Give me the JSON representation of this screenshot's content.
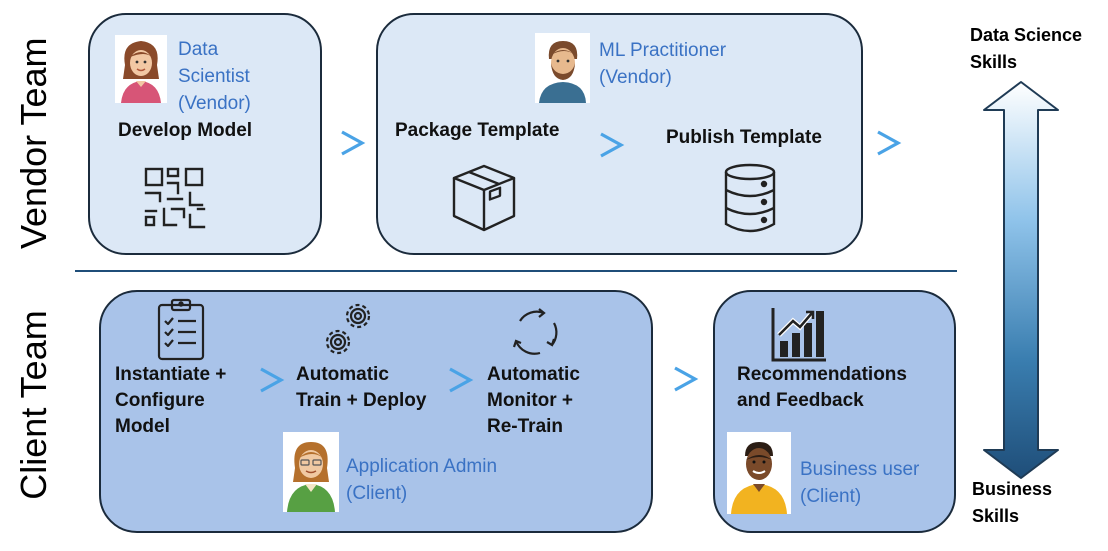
{
  "teams": {
    "vendor": "Vendor Team",
    "client": "Client Team"
  },
  "vendor": {
    "develop": {
      "role_lines": [
        "Data",
        "Scientist",
        "(Vendor)"
      ],
      "step": "Develop Model",
      "icon": "qr-code-icon"
    },
    "practitioner": {
      "role_lines": [
        "ML Practitioner",
        "(Vendor)"
      ],
      "package_step": "Package Template",
      "package_icon": "package-box-icon",
      "publish_step": "Publish Template",
      "publish_icon": "database-icon"
    }
  },
  "client": {
    "steps": [
      {
        "lines": [
          "Instantiate +",
          "Configure",
          "Model"
        ],
        "icon": "clipboard-checklist-icon"
      },
      {
        "lines": [
          "Automatic",
          "Train + Deploy"
        ],
        "icon": "gears-icon"
      },
      {
        "lines": [
          "Automatic",
          "Monitor +",
          "Re-Train"
        ],
        "icon": "refresh-cycle-icon"
      }
    ],
    "admin_role_lines": [
      "Application Admin",
      "(Client)"
    ],
    "business": {
      "step_lines": [
        "Recommendations",
        "and Feedback"
      ],
      "icon": "bar-chart-trend-icon",
      "role_lines": [
        "Business user",
        "(Client)"
      ]
    }
  },
  "skills": {
    "top_lines": [
      "Data Science",
      "Skills"
    ],
    "bottom_lines": [
      "Business",
      "Skills"
    ]
  },
  "colors": {
    "vendor_box": "#dce8f6",
    "client_box": "#a9c3e9",
    "role_text": "#3a72c4",
    "chevron": "#4aa3e6",
    "divider": "#1f4e79"
  }
}
